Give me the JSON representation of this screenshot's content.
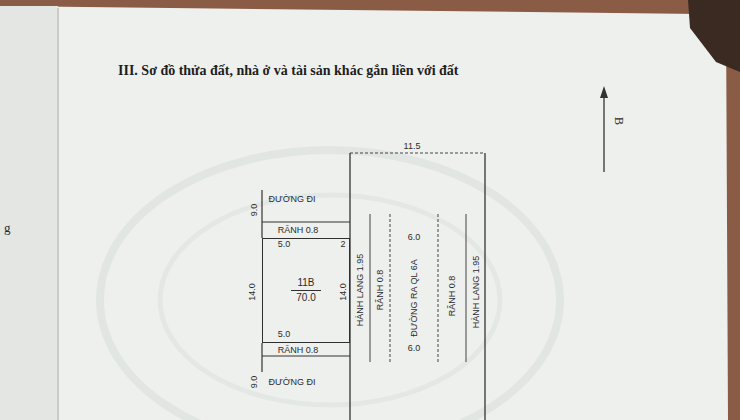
{
  "diagram": {
    "title": "III. Sơ đồ thửa đất, nhà ở và tài sản khác gắn liền với đất",
    "nodes": [
      {
        "text": [
          "11B",
          "70.0"
        ]
      }
    ],
    "labels": [
      "g",
      "B",
      "11.5",
      "9.0",
      "ĐƯỜNG ĐI",
      "RÃNH 0.8",
      "5.0",
      "2",
      "14.0",
      "14.0",
      "HÀNH LANG 1.95",
      "RÃNH 0.8",
      "6.0",
      "ĐƯỜNG RA QL 6A",
      "6.0",
      "RÃNH 0.8",
      "HÀNH LANG 1.95",
      "5.0",
      "RÃNH 0.8",
      "9.0",
      "ĐƯỜNG ĐI"
    ]
  }
}
